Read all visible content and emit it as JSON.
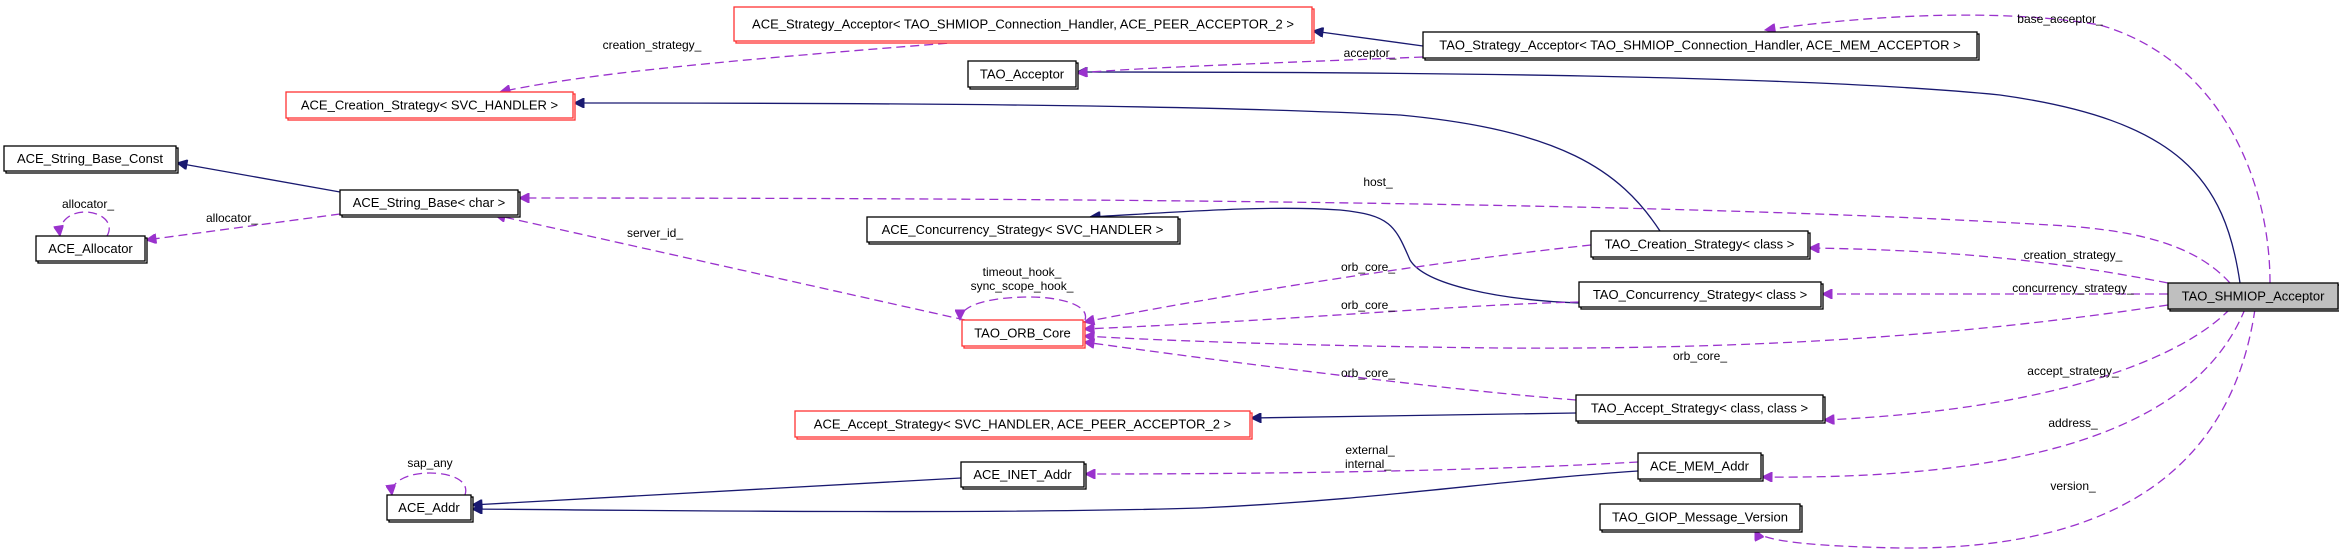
{
  "diagram": {
    "title": "Collaboration diagram for TAO_SHMIOP_Acceptor",
    "colors": {
      "inheritance_edge": "#191970",
      "usage_edge": "#9a32cd",
      "incomplete_border": "#ff3333",
      "focus_fill": "#bfbfbf"
    },
    "nodes": {
      "shmiop_acceptor": "TAO_SHMIOP_Acceptor",
      "ace_strategy_acceptor": "ACE_Strategy_Acceptor< TAO_SHMIOP_Connection_Handler, ACE_PEER_ACCEPTOR_2 >",
      "tao_strategy_acceptor": "TAO_Strategy_Acceptor< TAO_SHMIOP_Connection_Handler, ACE_MEM_ACCEPTOR >",
      "tao_acceptor": "TAO_Acceptor",
      "ace_creation_strategy": "ACE_Creation_Strategy< SVC_HANDLER >",
      "ace_string_base_const": "ACE_String_Base_Const",
      "ace_string_base": "ACE_String_Base< char >",
      "ace_allocator": "ACE_Allocator",
      "ace_concurrency_strategy": "ACE_Concurrency_Strategy< SVC_HANDLER >",
      "tao_creation_strategy": "TAO_Creation_Strategy< class >",
      "tao_concurrency_strategy": "TAO_Concurrency_Strategy< class >",
      "tao_orb_core": "TAO_ORB_Core",
      "ace_accept_strategy": "ACE_Accept_Strategy< SVC_HANDLER, ACE_PEER_ACCEPTOR_2 >",
      "tao_accept_strategy": "TAO_Accept_Strategy< class, class >",
      "ace_inet_addr": "ACE_INET_Addr",
      "ace_mem_addr": "ACE_MEM_Addr",
      "ace_addr": "ACE_Addr",
      "tao_giop_message_version": "TAO_GIOP_Message_Version"
    },
    "edge_labels": {
      "base_acceptor": "base_acceptor_",
      "creation_strategy_top": "creation_strategy_",
      "acceptor": "acceptor_",
      "host": "host_",
      "allocator_self": "allocator_",
      "allocator": "allocator_",
      "server_id": "server_id_",
      "timeout_hook": "timeout_hook_",
      "sync_scope_hook": "sync_scope_hook_",
      "orb_core_1": "orb_core_",
      "orb_core_2": "orb_core_",
      "orb_core_3": "orb_core_",
      "orb_core_4": "orb_core_",
      "creation_strategy": "creation_strategy_",
      "concurrency_strategy": "concurrency_strategy_",
      "accept_strategy": "accept_strategy_",
      "address": "address_",
      "version": "version_",
      "external": "external_",
      "internal": "internal_",
      "sap_any": "sap_any"
    }
  }
}
